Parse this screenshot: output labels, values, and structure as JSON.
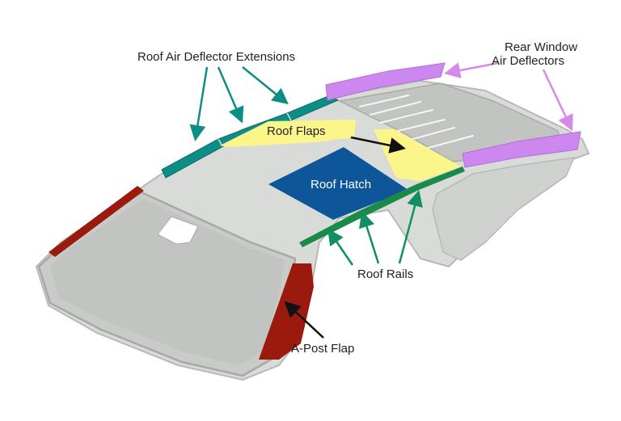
{
  "labels": {
    "roof_air_deflector_extensions": "Roof Air Deflector Extensions",
    "rear_window_line1": "Rear Window",
    "rear_window_line2": "Air Deflectors",
    "roof_flaps": "Roof Flaps",
    "roof_hatch": "Roof Hatch",
    "roof_rails": "Roof Rails",
    "a_post_flap": "A-Post Flap"
  },
  "colors": {
    "roof_body": "#d9dbd9",
    "body_outline": "#b7b9b7",
    "glass": "#c2c4c2",
    "deflector_extension": "#0e8c86",
    "rear_deflector": "#cc88ee",
    "rear_arrow": "#d58ae9",
    "roof_flap": "#fbf58a",
    "roof_hatch": "#0d5699",
    "roof_rail": "#1a8a4a",
    "rail_arrow": "#0f9060",
    "a_post": "#9a1b0e"
  }
}
